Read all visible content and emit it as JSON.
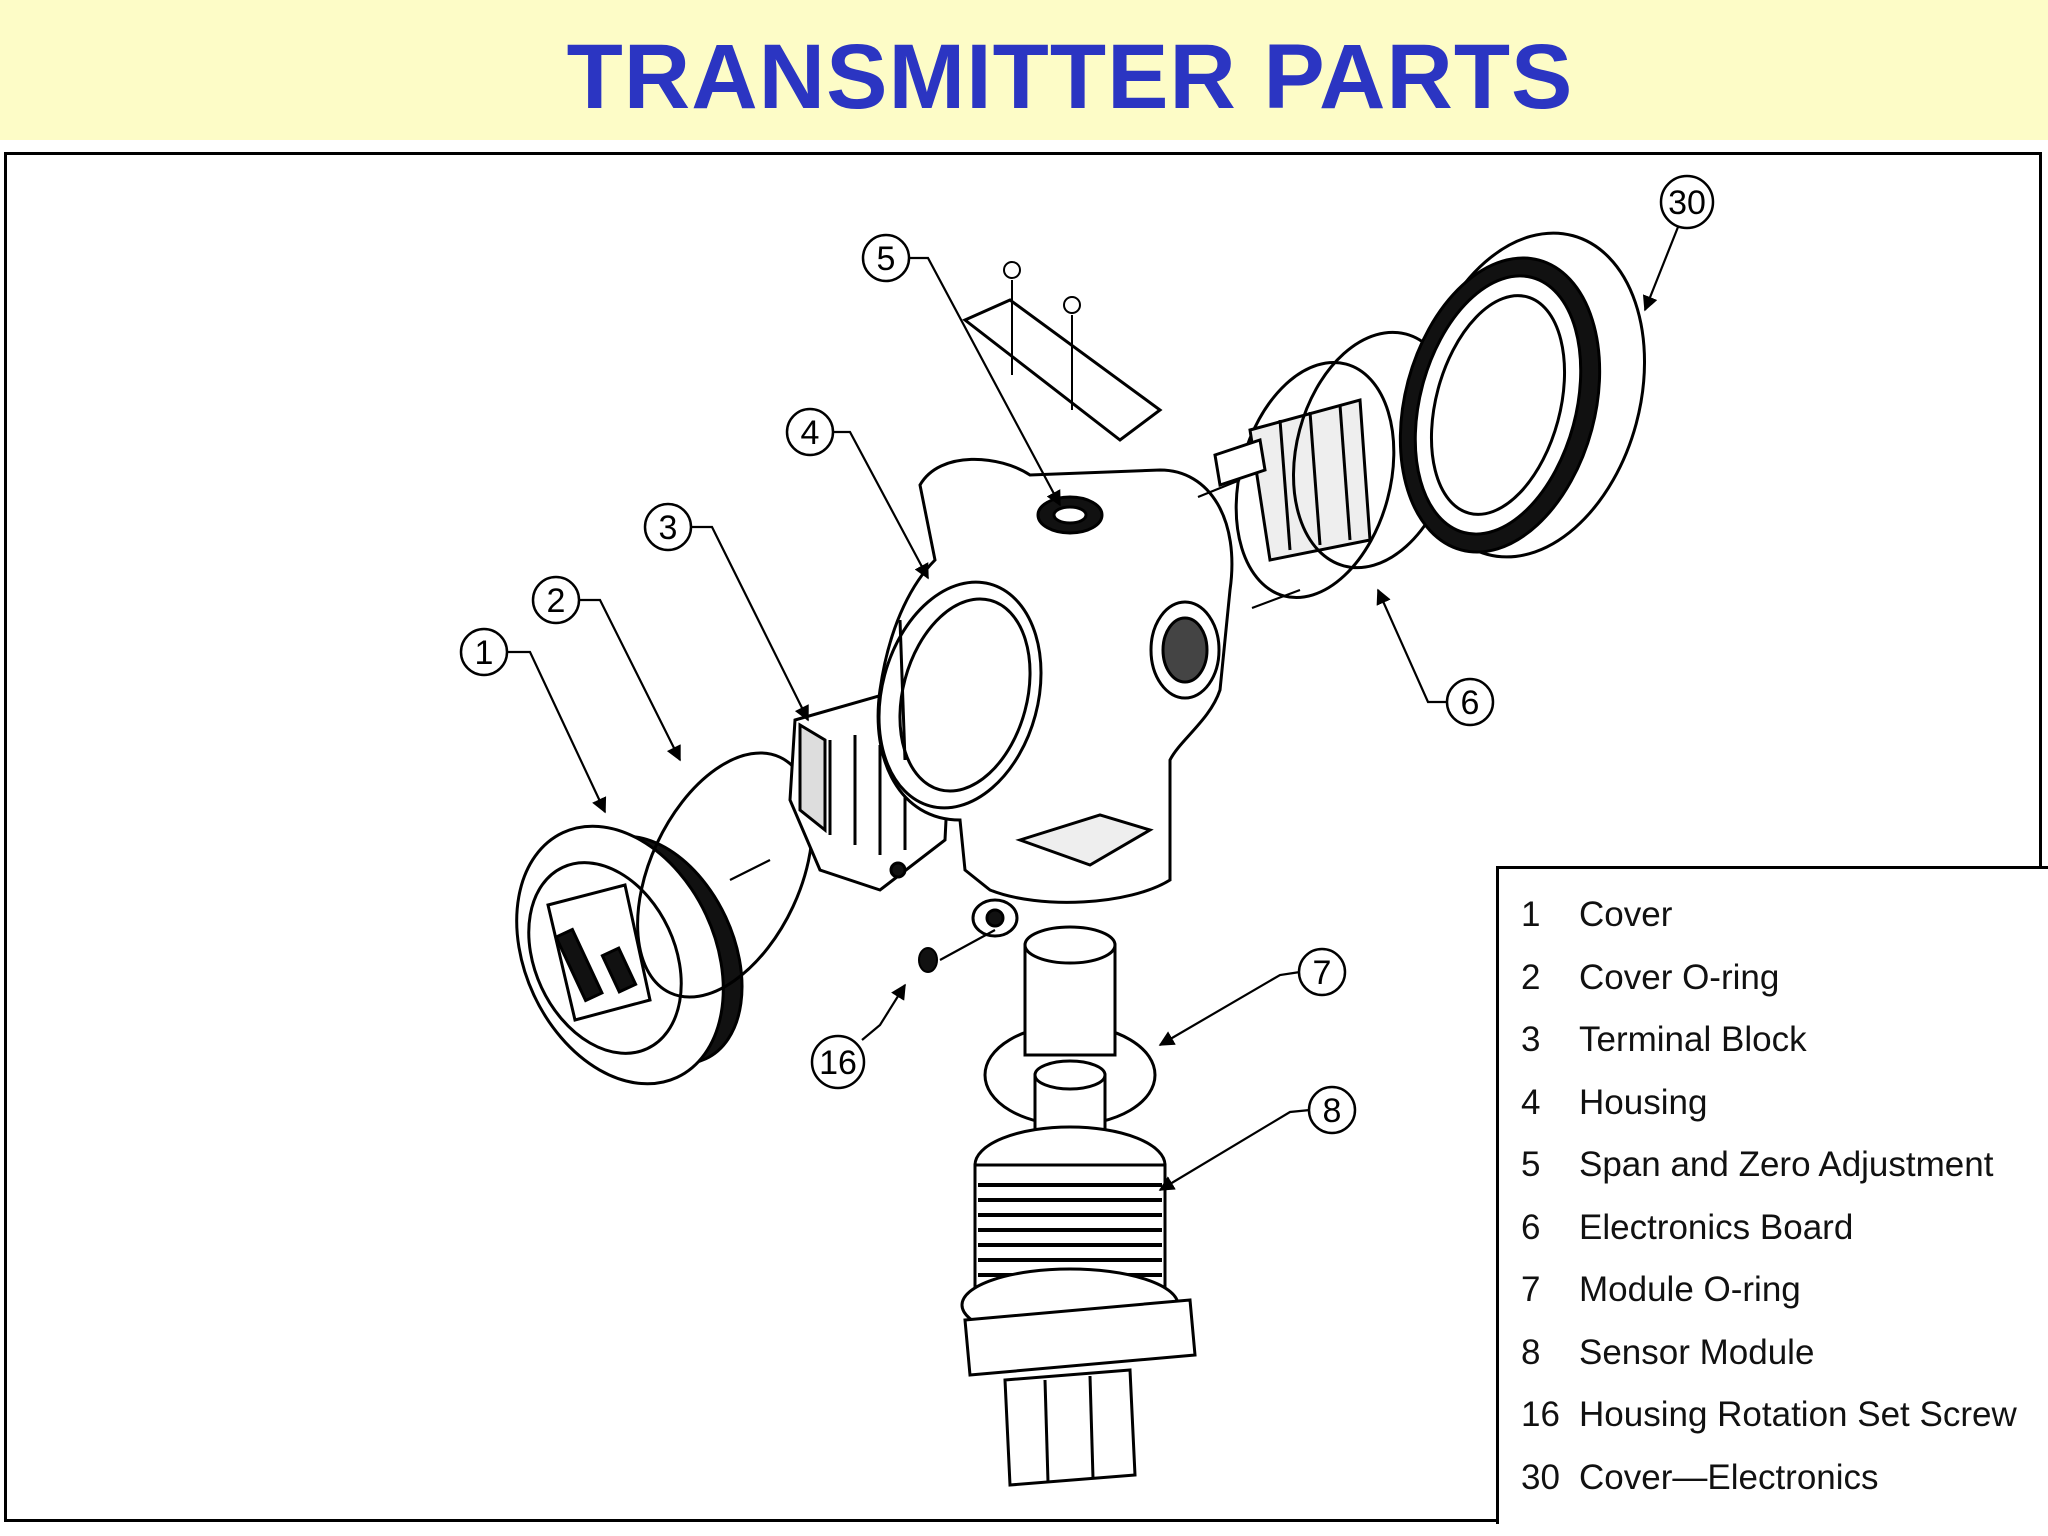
{
  "title": "TRANSMITTER PARTS",
  "callouts": [
    "1",
    "2",
    "3",
    "4",
    "5",
    "6",
    "7",
    "8",
    "16",
    "30"
  ],
  "legend": [
    {
      "num": "1",
      "label": "Cover"
    },
    {
      "num": "2",
      "label": "Cover O-ring"
    },
    {
      "num": "3",
      "label": "Terminal Block"
    },
    {
      "num": "4",
      "label": "Housing"
    },
    {
      "num": "5",
      "label": "Span and Zero Adjustment"
    },
    {
      "num": "6",
      "label": "Electronics Board"
    },
    {
      "num": "7",
      "label": "Module O-ring"
    },
    {
      "num": "8",
      "label": "Sensor Module"
    },
    {
      "num": "16",
      "label": "Housing Rotation Set Screw"
    },
    {
      "num": "30",
      "label": "Cover—Electronics"
    }
  ],
  "colors": {
    "title": "#2b35c2",
    "title_bar": "#fdfcc7",
    "line": "#000000"
  }
}
